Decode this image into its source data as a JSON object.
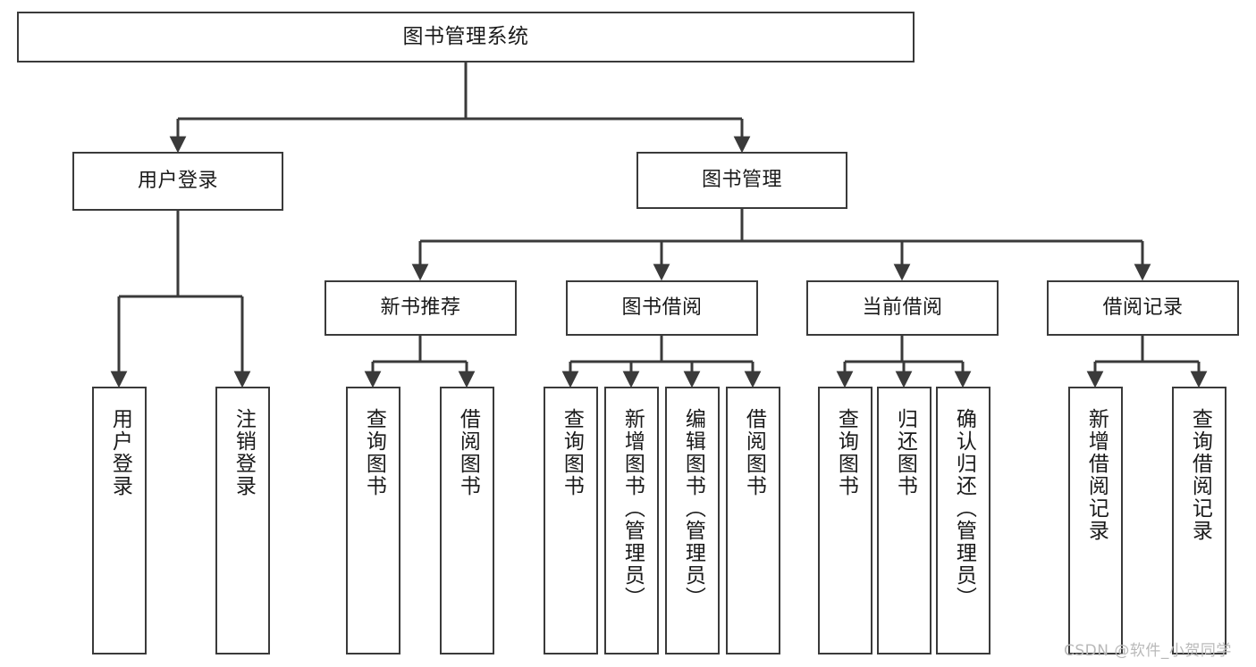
{
  "diagram": {
    "title": "图书管理系统",
    "type": "tree-hierarchy-chart",
    "root": {
      "label": "图书管理系统"
    },
    "level2": [
      {
        "label": "用户登录"
      },
      {
        "label": "图书管理"
      }
    ],
    "level3": [
      {
        "label": "新书推荐"
      },
      {
        "label": "图书借阅"
      },
      {
        "label": "当前借阅"
      },
      {
        "label": "借阅记录"
      }
    ],
    "leaves": {
      "user_login": [
        {
          "label": "用户登录"
        },
        {
          "label": "注销登录"
        }
      ],
      "new_book_recommend": [
        {
          "label": "查询图书"
        },
        {
          "label": "借阅图书"
        }
      ],
      "book_borrow": [
        {
          "label": "查询图书"
        },
        {
          "label": "新增图书（管理员）"
        },
        {
          "label": "编辑图书（管理员）"
        },
        {
          "label": "借阅图书"
        }
      ],
      "current_borrow": [
        {
          "label": "查询图书"
        },
        {
          "label": "归还图书"
        },
        {
          "label": "确认归还（管理员）"
        }
      ],
      "borrow_record": [
        {
          "label": "新增借阅记录"
        },
        {
          "label": "查询借阅记录"
        }
      ]
    }
  },
  "watermark": {
    "text": "CSDN @软件_小贺同学"
  },
  "colors": {
    "box_border": "#3a3a3a",
    "box_fill": "#ffffff",
    "edge": "#3a3a3a",
    "text": "#1a1a1a",
    "watermark": "#b9b9b9",
    "background": "#ffffff"
  }
}
